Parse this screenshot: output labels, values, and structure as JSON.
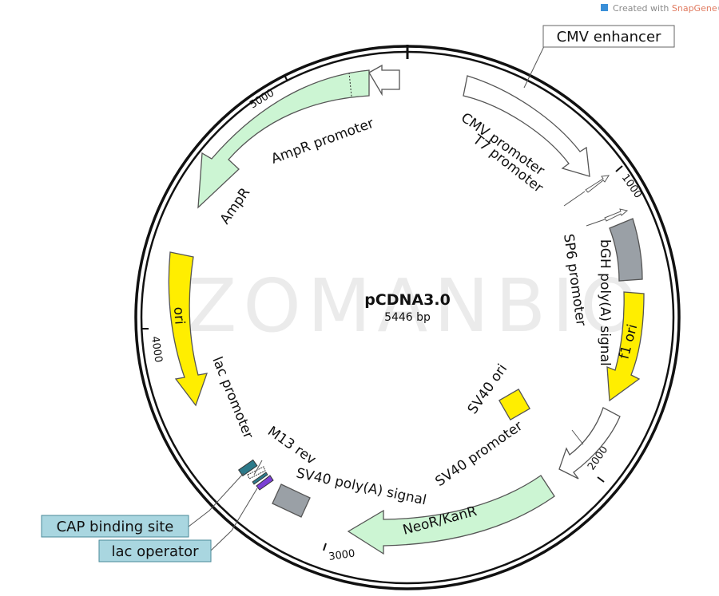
{
  "credit": {
    "prefix": "Created with",
    "brand": "SnapGene",
    "mark": "®"
  },
  "watermark": "ZOMANBIO",
  "plasmid": {
    "name": "pCDNA3.0",
    "size": "5446 bp"
  },
  "ticks": [
    "1000",
    "2000",
    "3000",
    "4000",
    "5000"
  ],
  "features": {
    "cmv_enhancer": "CMV enhancer",
    "cmv_promoter": "CMV promoter",
    "t7_promoter": "T7 promoter",
    "sp6_promoter": "SP6 promoter",
    "bgh_polya": "bGH poly(A) signal",
    "f1_ori": "f1 ori",
    "sv40_ori": "SV40 ori",
    "sv40_promoter": "SV40 promoter",
    "neor": "NeoR/KanR",
    "sv40_polya": "SV40 poly(A) signal",
    "m13_rev": "M13 rev",
    "lac_promoter": "lac promoter",
    "cap_site": "CAP binding site",
    "lac_operator": "lac operator",
    "ori": "ori",
    "ampr": "AmpR",
    "ampr_promoter": "AmpR promoter"
  },
  "colors": {
    "backbone": "#111111",
    "ampr": "#ccf5d3",
    "neor": "#ccf5d3",
    "ori": "#ffee00",
    "polya": "#9aa0a6",
    "cap": "#2d7a8a",
    "operator": "#7b3fd4",
    "callout": "#a9d6e0"
  }
}
